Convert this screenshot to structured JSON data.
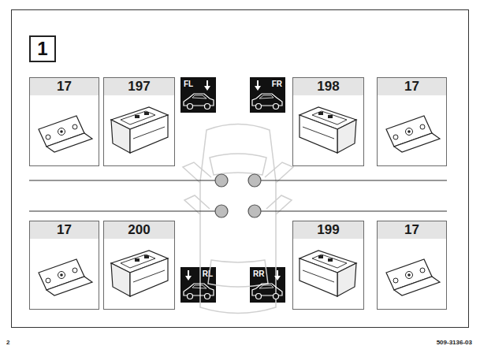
{
  "diagram": {
    "title": "1",
    "nodes": [
      {
        "text": [
          "17"
        ]
      },
      {
        "text": [
          "197"
        ]
      },
      {
        "text": [
          "FL"
        ]
      },
      {
        "text": [
          "FR"
        ]
      },
      {
        "text": [
          "198"
        ]
      },
      {
        "text": [
          "17"
        ]
      },
      {
        "text": [
          "17"
        ]
      },
      {
        "text": [
          "200"
        ]
      },
      {
        "text": [
          "RL"
        ]
      },
      {
        "text": [
          "RR"
        ]
      },
      {
        "text": [
          "199"
        ]
      },
      {
        "text": [
          "17"
        ]
      }
    ],
    "labels": [
      "2",
      "509-3136-03"
    ]
  }
}
